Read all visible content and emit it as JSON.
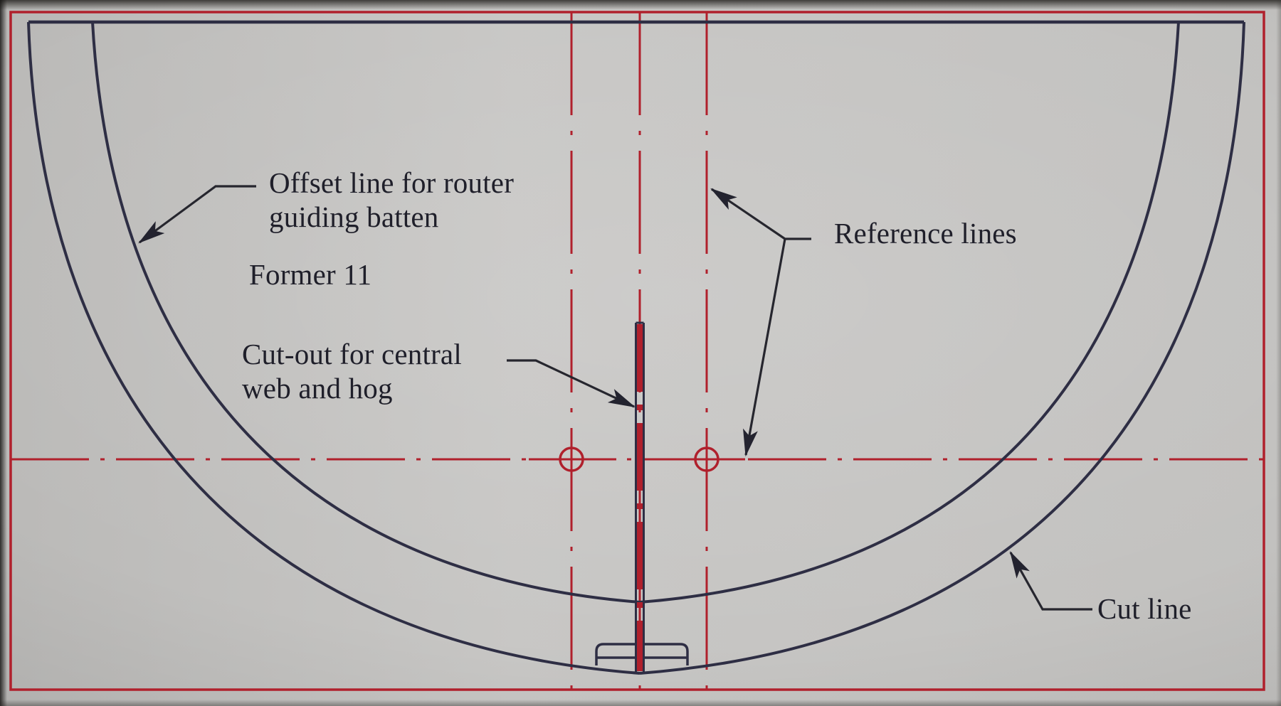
{
  "drawing": {
    "former_label": "Former 11",
    "annotations": {
      "offset_line": {
        "line1": "Offset line for router",
        "line2": "guiding batten"
      },
      "cutout": {
        "line1": "Cut-out for central",
        "line2": "web and hog"
      },
      "reference_lines": "Reference lines",
      "cut_line": "Cut line"
    },
    "colors": {
      "paper": "#c6c5c3",
      "reference_red": "#b0202c",
      "outline_navy": "#2e2e44",
      "annotation_text": "#1f1f2a"
    }
  }
}
